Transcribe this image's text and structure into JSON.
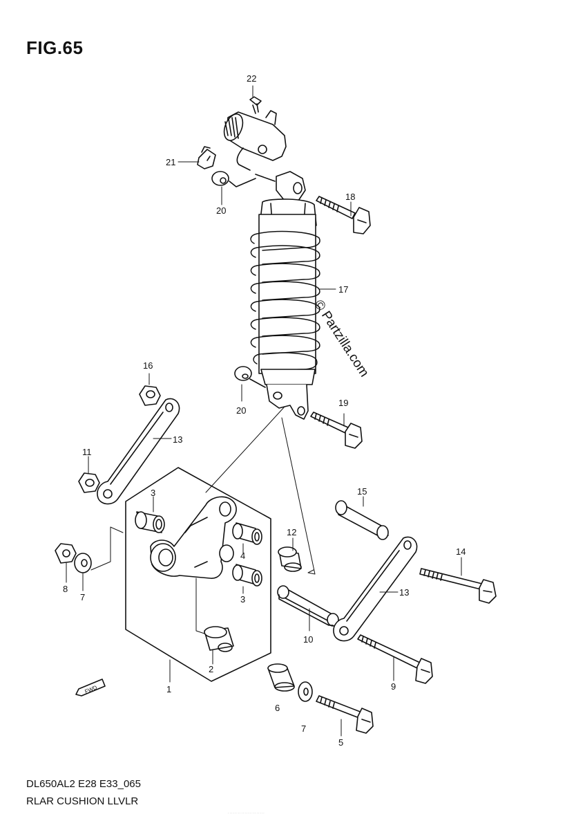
{
  "figure": {
    "title": "FIG.65",
    "code": "DL650AL2 E28 E33_065",
    "name": "RLAR CUSHION LLVLR",
    "watermark": "© Partzilla.com"
  },
  "forward_arrow_label": "FWD",
  "callouts": [
    "22",
    "21",
    "20",
    "18",
    "17",
    "16",
    "20",
    "19",
    "13",
    "11",
    "3",
    "4",
    "3",
    "8",
    "7",
    "1",
    "2",
    "12",
    "15",
    "10",
    "13",
    "14",
    "9",
    "6",
    "7",
    "5"
  ]
}
